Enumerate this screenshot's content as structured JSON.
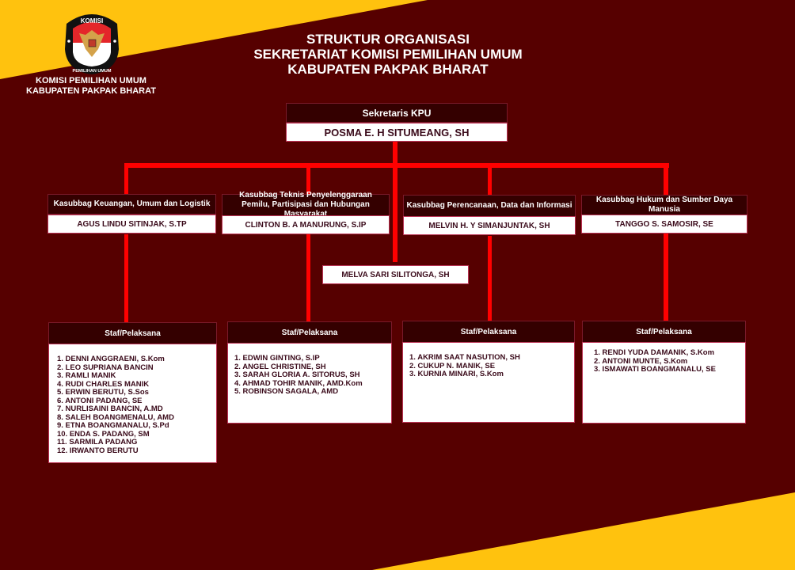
{
  "colors": {
    "background": "#560000",
    "accent_yellow": "#ffc20e",
    "connector": "#ff0000",
    "header_fill": "#340000",
    "name_fill": "#ffffff",
    "name_text": "#3a0a1a"
  },
  "logo": {
    "icon": "kpu-garuda-emblem-icon",
    "top_text": "KOMISI",
    "bottom_text": "PEMILIHAN UMUM"
  },
  "org": {
    "line1": "KOMISI PEMILIHAN UMUM",
    "line2": "KABUPATEN PAKPAK BHARAT"
  },
  "title": {
    "line1": "STRUKTUR ORGANISASI",
    "line2": "SEKRETARIAT KOMISI PEMILIHAN UMUM",
    "line3": "KABUPATEN PAKPAK BHARAT"
  },
  "sekretaris": {
    "role": "Sekretaris KPU",
    "name": "POSMA E. H SITUMEANG, SH"
  },
  "kasubbag": [
    {
      "role": "Kasubbag Keuangan, Umum dan Logistik",
      "name": "AGUS LINDU SITINJAK, S.TP"
    },
    {
      "role": "Kasubbag Teknis Penyelenggaraan Pemilu, Partisipasi dan Hubungan Masyarakat",
      "name": "CLINTON B. A MANURUNG, S.IP"
    },
    {
      "role": "Kasubbag Perencanaan, Data dan Informasi",
      "name": "MELVIN H. Y SIMANJUNTAK, SH"
    },
    {
      "role": "Kasubbag Hukum dan Sumber Daya Manusia",
      "name": "TANGGO S. SAMOSIR, SE"
    }
  ],
  "bendahara": {
    "name": "MELVA SARI SILITONGA, SH"
  },
  "staf": [
    {
      "title": "Staf/Pelaksana",
      "members": [
        "1.   DENNI ANGGRAENI, S.Kom",
        "2.   LEO SUPRIANA BANCIN",
        "3.   RAMLI MANIK",
        "4.   RUDI CHARLES MANIK",
        "5.   ERWIN BERUTU, S.Sos",
        "6.   ANTONI PADANG, SE",
        "7.   NURLISAINI BANCIN, A.MD",
        "8.   SALEH BOANGMENALU, AMD",
        "9.   ETNA BOANGMANALU, S.Pd",
        "10. ENDA S. PADANG, SM",
        "11. SARMILA PADANG",
        "12. IRWANTO BERUTU"
      ]
    },
    {
      "title": "Staf/Pelaksana",
      "members": [
        "1. EDWIN GINTING, S.IP",
        "2. ANGEL CHRISTINE, SH",
        "3. SARAH GLORIA A. SITORUS, SH",
        "4. AHMAD TOHIR MANIK, AMD.Kom",
        "5. ROBINSON SAGALA, AMD"
      ]
    },
    {
      "title": "Staf/Pelaksana",
      "members": [
        "1. AKRIM SAAT NASUTION, SH",
        "2. CUKUP N. MANIK, SE",
        "3. KURNIA MINARI, S.Kom"
      ]
    },
    {
      "title": "Staf/Pelaksana",
      "members": [
        "1. RENDI YUDA DAMANIK, S.Kom",
        "2. ANTONI MUNTE, S.Kom",
        "3. ISMAWATI BOANGMANALU, SE"
      ]
    }
  ]
}
